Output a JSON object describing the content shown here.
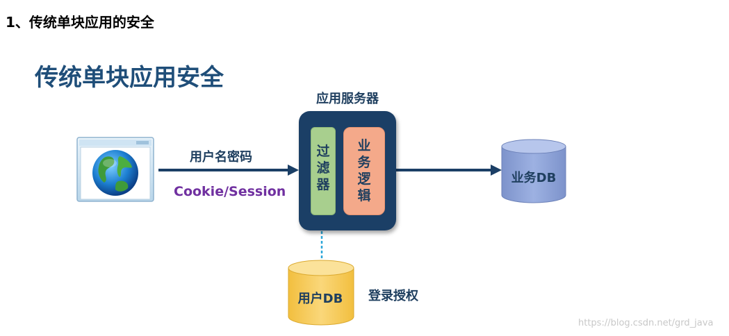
{
  "heading": "1、传统单块应用的安全",
  "diagram": {
    "title": "传统单块应用安全",
    "server_label": "应用服务器",
    "filter_label": [
      "过",
      "滤",
      "器"
    ],
    "logic_label": [
      "业",
      "务",
      "逻",
      "辑"
    ],
    "credentials_label": "用户名密码",
    "session_label": "Cookie/Session",
    "business_db_label": "业务DB",
    "user_db_label": "用户DB",
    "login_label": "登录授权"
  },
  "watermark": "https://blog.csdn.net/grd_java",
  "colors": {
    "title": "#1f4e79",
    "server": "#1b3f66",
    "filter": "#a8cf8e",
    "logic": "#f4a98a",
    "session_text": "#7030a0",
    "business_db": "#8ea3d6",
    "user_db": "#f6cd60"
  }
}
